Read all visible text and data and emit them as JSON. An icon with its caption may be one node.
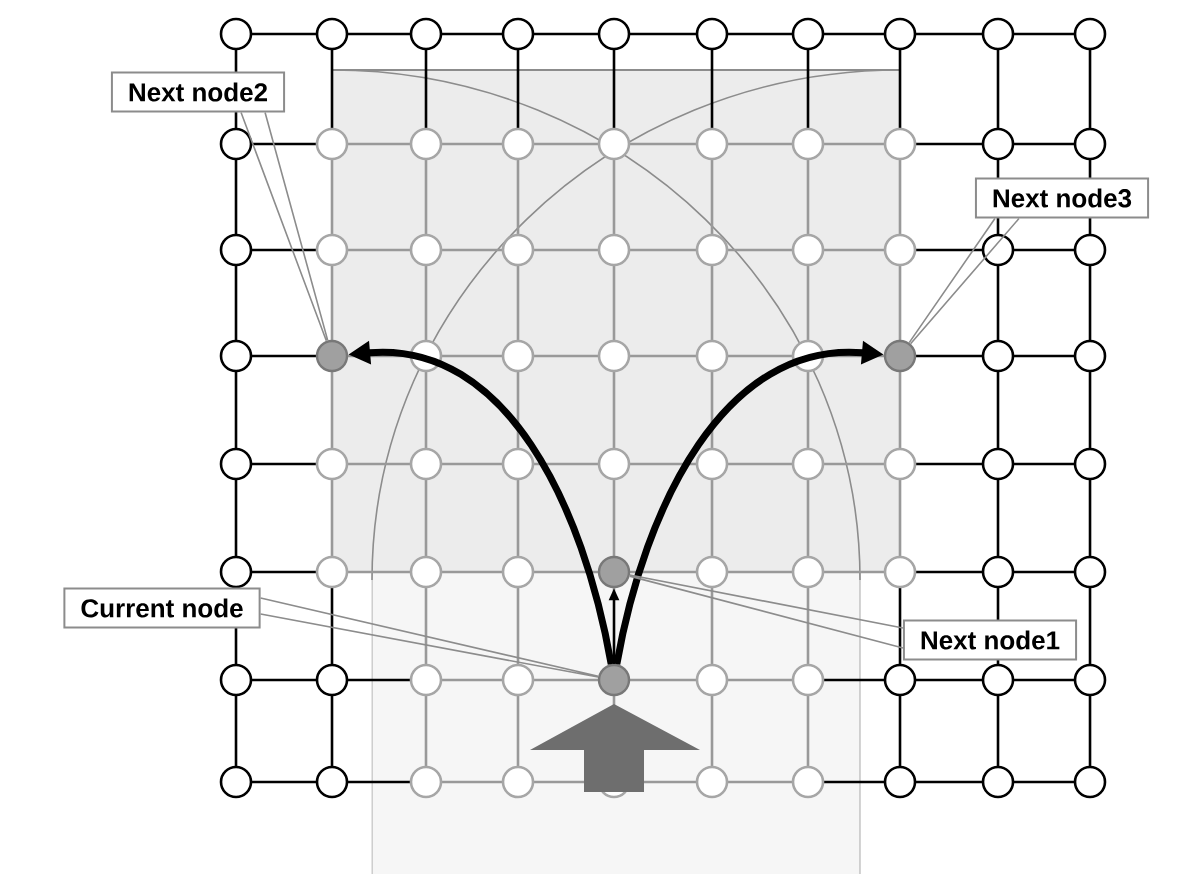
{
  "diagram": {
    "nodes": [
      {
        "text": [
          "Next node2"
        ]
      },
      {
        "text": [
          "Next node3"
        ]
      },
      {
        "text": [
          "Current node"
        ]
      },
      {
        "text": [
          "Next node1"
        ]
      },
      {
        "text": [],
        "shape": "circle"
      },
      {
        "text": [],
        "shape": "circle"
      },
      {
        "text": [],
        "shape": "circle"
      },
      {
        "text": [],
        "shape": "circle"
      }
    ],
    "edges": [
      {
        "from": 7,
        "to": 6,
        "arrow": "to",
        "color": "#000000"
      },
      {
        "from": 7,
        "to": 4,
        "arrow": "to",
        "style": "thick",
        "color": "#000000"
      },
      {
        "from": 7,
        "to": 5,
        "arrow": "to",
        "style": "thick",
        "color": "#000000"
      },
      {
        "from": 0,
        "to": 4,
        "arrow": "none"
      },
      {
        "from": 1,
        "to": 5,
        "arrow": "none"
      },
      {
        "from": 2,
        "to": 7,
        "arrow": "none"
      },
      {
        "from": 3,
        "to": 6,
        "arrow": "none"
      }
    ]
  }
}
